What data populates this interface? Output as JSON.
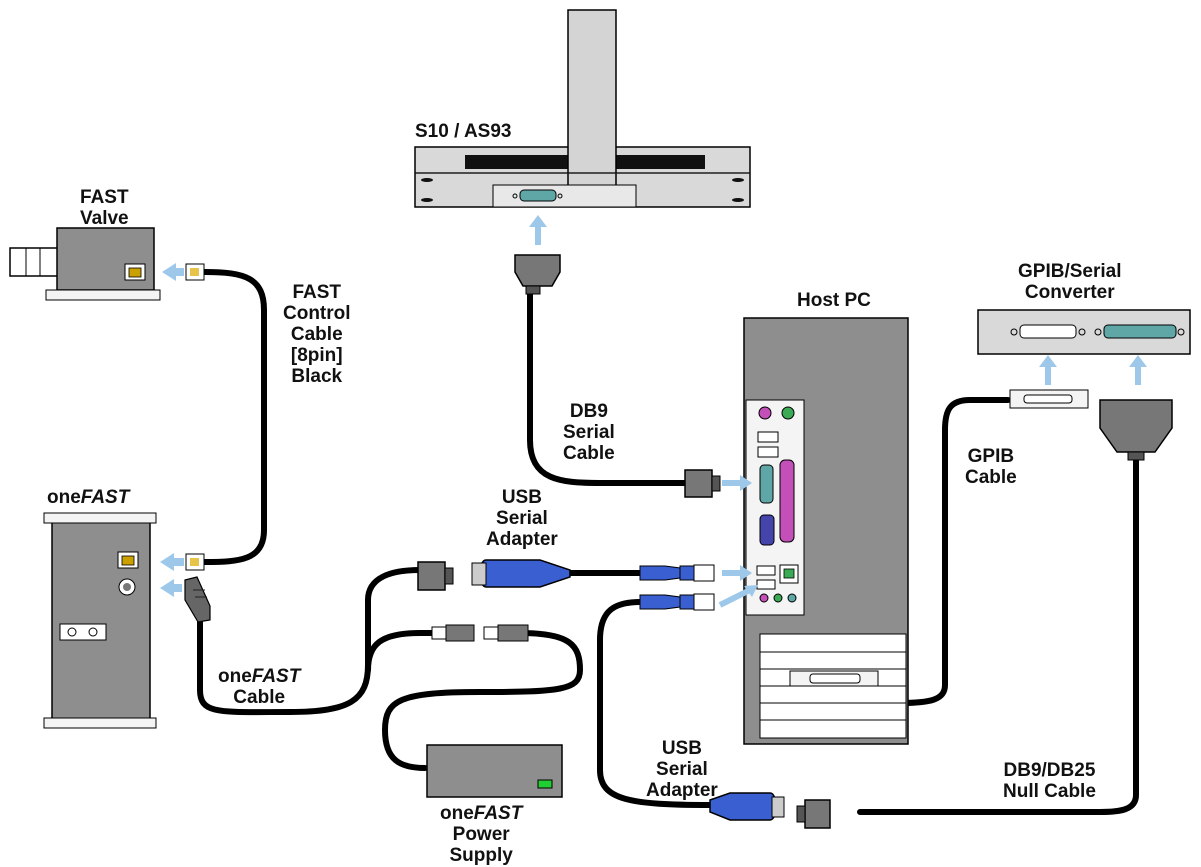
{
  "labels": {
    "s10": "S10 / AS93",
    "fast_valve": [
      "FAST",
      "Valve"
    ],
    "fast_control_cable": [
      "FAST",
      "Control",
      "Cable",
      "[8pin]",
      "Black"
    ],
    "host_pc": "Host PC",
    "gpib_converter": [
      "GPIB/Serial",
      "Converter"
    ],
    "db9_cable": [
      "DB9",
      "Serial",
      "Cable"
    ],
    "gpib_cable": [
      "GPIB",
      "Cable"
    ],
    "onefast_prefix": "one",
    "onefast_italic": "FAST",
    "onefast_cable_suffix": "Cable",
    "usb_adapter_1": [
      "USB",
      "Serial",
      "Adapter"
    ],
    "usb_adapter_2": [
      "USB",
      "Serial",
      "Adapter"
    ],
    "power_supply": [
      "Power",
      "Supply"
    ],
    "null_cable": [
      "DB9/DB25",
      "Null Cable"
    ]
  },
  "colors": {
    "device_gray": "#8e8e8e",
    "panel_light": "#d9d9d9",
    "cable_black": "#000000",
    "arrow_blue": "#9ec8ea",
    "usb_blue": "#3a5fd1",
    "serial_teal": "#5fa6a6",
    "parallel_magenta": "#c34fb8",
    "power_led_green": "#22cc33"
  }
}
